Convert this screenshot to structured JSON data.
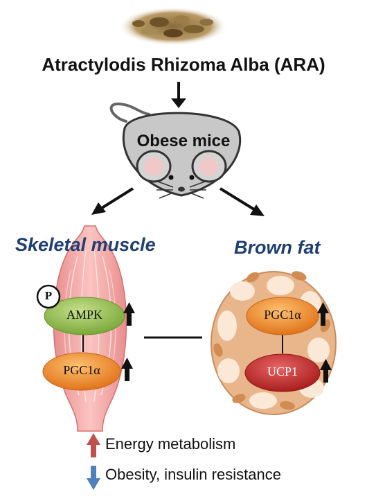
{
  "title": "Atractylodis Rhizoma Alba (ARA)",
  "mouse_label": "Obese mice",
  "skeletal_muscle": {
    "label": "Skeletal muscle",
    "phospho_label": "P",
    "nodes": [
      {
        "label": "AMPK",
        "color": "#8cbc3c",
        "change": "up"
      },
      {
        "label": "PGC1α",
        "color": "#ec8124",
        "change": "up"
      }
    ]
  },
  "brown_fat": {
    "label": "Brown fat",
    "nodes": [
      {
        "label": "PGC1α",
        "color": "#ec8124",
        "change": "up"
      },
      {
        "label": "UCP1",
        "color": "#c93030",
        "change": "up"
      }
    ]
  },
  "legend": [
    {
      "text": "Energy metabolism",
      "direction": "up",
      "color": "#c0504d"
    },
    {
      "text": "Obesity, insulin resistance",
      "direction": "down",
      "color": "#4f81bd"
    }
  ],
  "colors": {
    "muscle": "#f4a6a6",
    "fat": "#e9b58a",
    "mouse": "#c8c8c8",
    "tissue_label": "#1f3f74"
  }
}
